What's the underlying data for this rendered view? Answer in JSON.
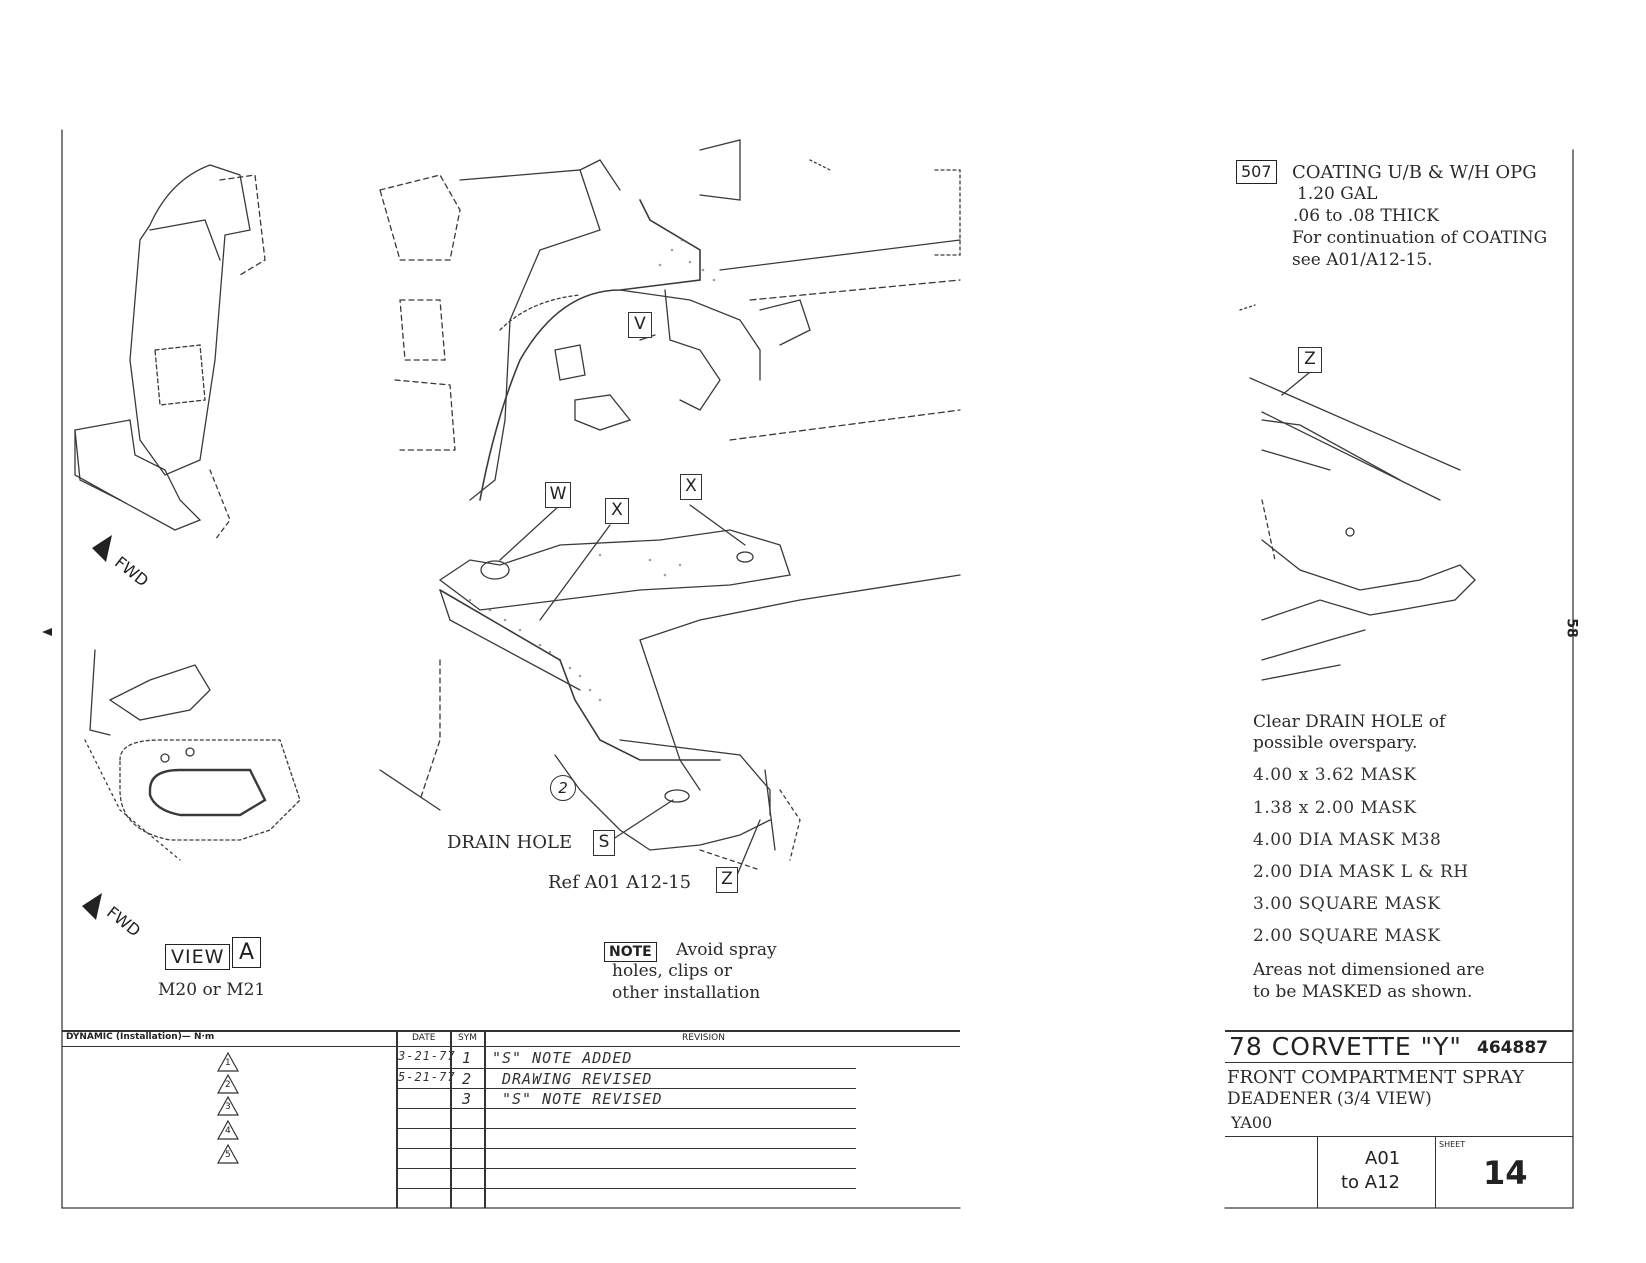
{
  "notes": {
    "coating": {
      "code": "507",
      "line1": "COATING U/B & W/H OPG",
      "line2": "1.20 GAL",
      "line3": ".06 to .08 THICK",
      "line4": "For continuation of COATING",
      "line5": "see A01/A12-15."
    },
    "drain": {
      "line1": "Clear DRAIN HOLE of",
      "line2": "possible overspary."
    },
    "masks": [
      "4.00 x 3.62 MASK",
      "1.38 x 2.00 MASK",
      "4.00 DIA MASK   M38",
      "2.00 DIA MASK L & RH",
      "3.00 SQUARE MASK",
      "2.00 SQUARE MASK"
    ],
    "areas": {
      "line1": "Areas not dimensioned are",
      "line2": "to be MASKED as shown."
    },
    "avoid": {
      "tag": "NOTE",
      "line1": "Avoid spray",
      "line2": "holes, clips or",
      "line3": "other installation"
    }
  },
  "callouts": {
    "v": "V",
    "w": "W",
    "x1": "X",
    "x2": "X",
    "z_right": "Z",
    "z_main": "Z",
    "s": "S",
    "item2": "2",
    "drain_hole": "DRAIN HOLE",
    "ref": "Ref A01 A12-15",
    "fwd_top": "FWD",
    "fwd_bottom": "FWD",
    "view_word": "VIEW",
    "view_letter": "A",
    "view_sub": "M20 or M21"
  },
  "margin_number": "58",
  "revision_table": {
    "dynamic_header": "DYNAMIC (Installation)— N·m",
    "date_header": "DATE",
    "sym_header": "SYM",
    "revision_header": "REVISION",
    "triangles": [
      "1",
      "2",
      "3",
      "4",
      "5"
    ],
    "rows": [
      {
        "date": "3-21-77",
        "sym": "1",
        "revision": "\"S\" NOTE ADDED"
      },
      {
        "date": "5-21-77",
        "sym": "2",
        "revision": "DRAWING REVISED"
      },
      {
        "date": "",
        "sym": "3",
        "revision": "\"S\" NOTE REVISED"
      }
    ]
  },
  "title_block": {
    "model": "78 CORVETTE \"Y\"",
    "number": "464887",
    "title1": "FRONT COMPARTMENT SPRAY",
    "title2": "DEADENER (3/4 VIEW)",
    "code": "YA00",
    "area_from": "A01",
    "area_to": "to A12",
    "sheet_label": "SHEET",
    "sheet": "14"
  }
}
